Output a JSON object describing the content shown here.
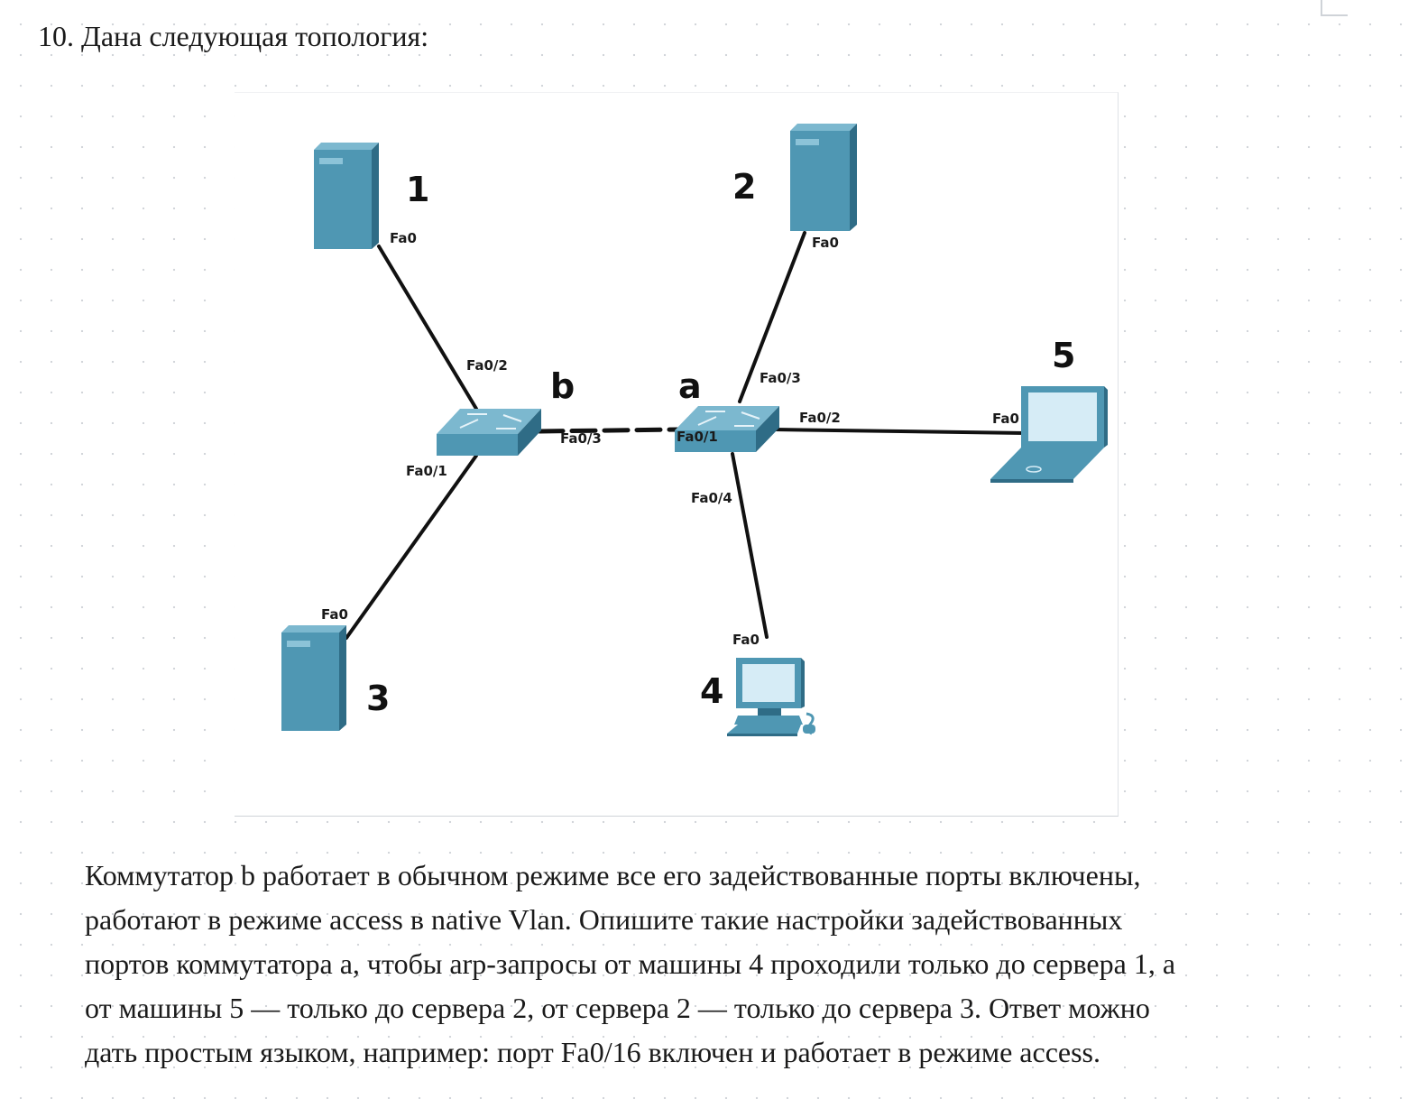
{
  "question": {
    "heading": "10. Дана следующая топология:",
    "paragraph_lines": [
      "Коммутатор b работает в обычном режиме все его задействованные порты включены,",
      "работают в режиме access в native Vlan. Опишите такие настройки задействованных",
      "портов коммутатора a, чтобы arp-запросы от машины 4 проходили только до сервера 1, а",
      "от машины 5 — только до сервера 2, от сервера 2 — только до сервера 3. Ответ можно",
      "дать простым языком, например: порт Fa0/16 включен и работает в режиме access."
    ]
  },
  "topology": {
    "nodes": {
      "server1": {
        "label": "1",
        "port": "Fa0"
      },
      "server2": {
        "label": "2",
        "port": "Fa0"
      },
      "server3": {
        "label": "3",
        "port": "Fa0"
      },
      "pc4": {
        "label": "4",
        "port": "Fa0"
      },
      "laptop5": {
        "label": "5",
        "port": "Fa0"
      },
      "switch_b": {
        "label": "b"
      },
      "switch_a": {
        "label": "a"
      }
    },
    "switch_b_ports": {
      "to_server1": "Fa0/2",
      "to_server3": "Fa0/1",
      "to_switch_a": "Fa0/3"
    },
    "switch_a_ports": {
      "to_switch_b": "Fa0/1",
      "to_server2": "Fa0/3",
      "to_laptop5": "Fa0/2",
      "to_pc4": "Fa0/4"
    },
    "colors": {
      "device_face": "#4f97b3",
      "device_side": "#2f6c86",
      "device_top": "#7cb8cf",
      "screen": "#d6ecf6",
      "cable": "#111111"
    }
  }
}
